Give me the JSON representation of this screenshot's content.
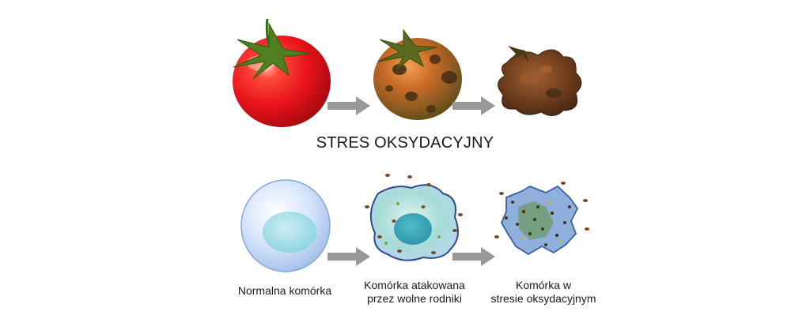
{
  "title": "STRES OKSYDACYJNY",
  "tomato_stages": [
    "fresh-tomato",
    "spotted-tomato",
    "rotten-tomato"
  ],
  "cell_stages": [
    {
      "lines": [
        "Normalna komórka"
      ]
    },
    {
      "lines": [
        "Komórka atakowana",
        "przez wolne rodniki"
      ]
    },
    {
      "lines": [
        "Komórka w",
        "stresie oksydacyjnym"
      ]
    }
  ],
  "colors": {
    "arrow": "#999999",
    "fresh_tomato": "#e8121a",
    "spotted_tomato": "#b8652a",
    "rotten_tomato": "#6b3a1c",
    "cell_membrane": "#3a5fa8",
    "radical": "#7a4a1e"
  }
}
